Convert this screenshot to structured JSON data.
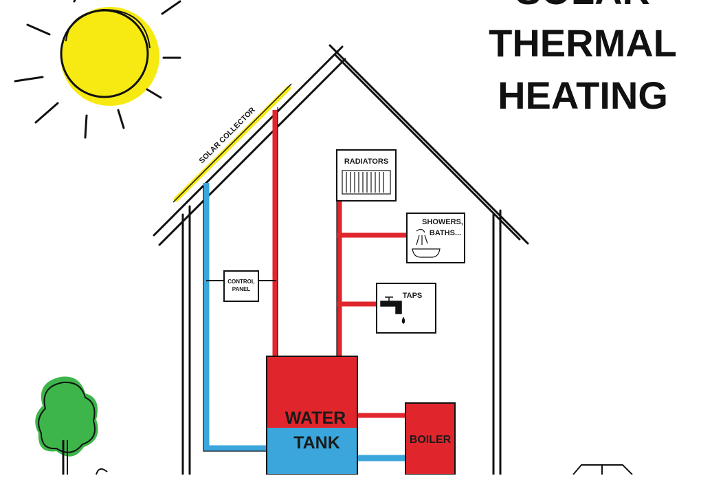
{
  "title": {
    "line1": "SOLAR",
    "line2": "THERMAL",
    "line3": "HEATING"
  },
  "labels": {
    "solar_collector": "SOLAR COLLECTOR",
    "control_panel_1": "CONTROL",
    "control_panel_2": "PANEL",
    "radiators": "RADIATORS",
    "showers_1": "SHOWERS,",
    "showers_2": "BATHS...",
    "taps": "TAPS",
    "water_tank_1": "WATER",
    "water_tank_2": "TANK",
    "boiler": "BOILER"
  },
  "colors": {
    "hot_pipe": "#e0262c",
    "cold_pipe": "#3aa6dc",
    "sun": "#f7ea12",
    "tree": "#3db54a",
    "outline": "#111111",
    "background": "#ffffff"
  },
  "icons": [
    "sun-icon",
    "tree-icon",
    "radiator-icon",
    "shower-icon",
    "tap-icon",
    "car-icon"
  ]
}
